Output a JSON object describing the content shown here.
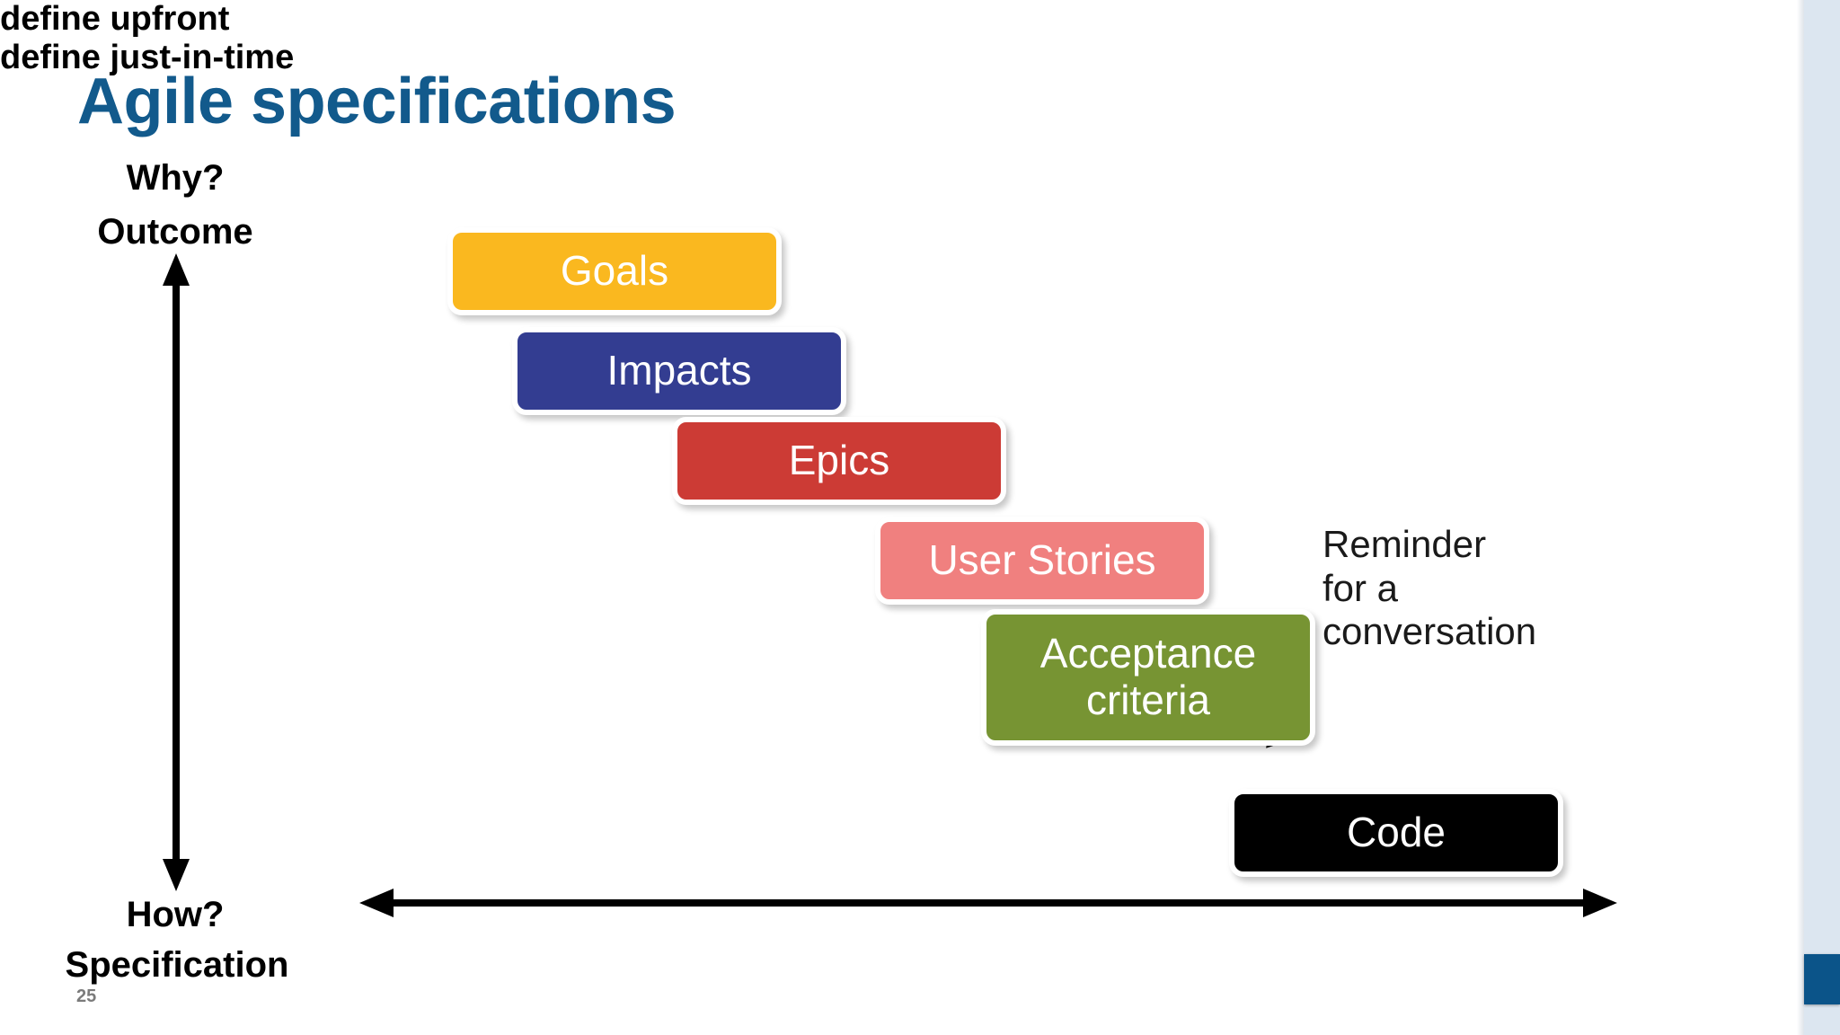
{
  "slide": {
    "title": "Agile specifications",
    "page_number": "25"
  },
  "axes": {
    "vertical": {
      "top_label_line1": "Why?",
      "top_label_line2": "Outcome",
      "bottom_label_line1": "How?",
      "bottom_label_line2": "Specification",
      "icon": "double-headed-vertical-arrow"
    },
    "horizontal": {
      "left_label": "define upfront",
      "right_label": "define just-in-time",
      "icon": "double-headed-horizontal-arrow"
    }
  },
  "boxes": [
    {
      "id": "goals",
      "label": "Goals",
      "color": "#fab81f"
    },
    {
      "id": "impacts",
      "label": "Impacts",
      "color": "#333d91"
    },
    {
      "id": "epics",
      "label": "Epics",
      "color": "#cc3b35"
    },
    {
      "id": "userstories",
      "label": "User Stories",
      "color": "#f0807f"
    },
    {
      "id": "acceptance",
      "label_line1": "Acceptance",
      "label_line2": "criteria",
      "color": "#779433"
    },
    {
      "id": "code",
      "label": "Code",
      "color": "#000000"
    }
  ],
  "annotation": {
    "line1": "Reminder",
    "line2": "for a",
    "line3": "conversation"
  },
  "colors": {
    "title": "#125a8c",
    "edge_strip": "#dce6f0",
    "edge_block": "#0b5489",
    "background": "#ffffff"
  }
}
